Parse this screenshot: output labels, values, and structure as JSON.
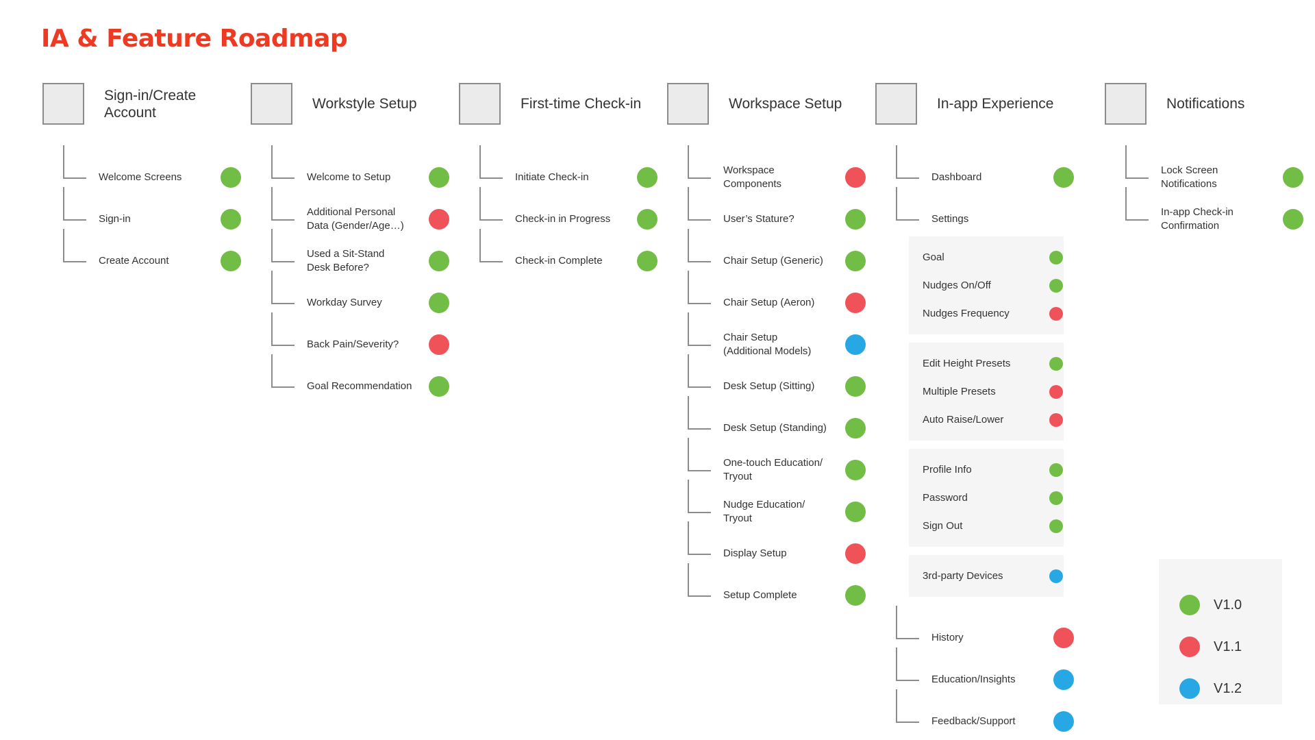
{
  "title": "IA & Feature Roadmap",
  "colors": {
    "v1_0": "#72bd45",
    "v1_1": "#f0525a",
    "v1_2": "#27a8e4",
    "accent": "#ee3a23"
  },
  "legend": [
    {
      "label": "V1.0",
      "version": "v1_0"
    },
    {
      "label": "V1.1",
      "version": "v1_1"
    },
    {
      "label": "V1.2",
      "version": "v1_2"
    }
  ],
  "sections": [
    {
      "heading": "Sign-in/Create\nAccount",
      "items": [
        {
          "label": "Welcome Screens",
          "version": "v1_0"
        },
        {
          "label": "Sign-in",
          "version": "v1_0"
        },
        {
          "label": "Create Account",
          "version": "v1_0"
        }
      ]
    },
    {
      "heading": "Workstyle Setup",
      "items": [
        {
          "label": "Welcome to Setup",
          "version": "v1_0"
        },
        {
          "label": "Additional Personal\nData (Gender/Age…)",
          "version": "v1_1"
        },
        {
          "label": "Used a Sit-Stand\nDesk Before?",
          "version": "v1_0"
        },
        {
          "label": "Workday Survey",
          "version": "v1_0"
        },
        {
          "label": "Back Pain/Severity?",
          "version": "v1_1"
        },
        {
          "label": "Goal Recommendation",
          "version": "v1_0"
        }
      ]
    },
    {
      "heading": "First-time Check-in",
      "items": [
        {
          "label": "Initiate Check-in",
          "version": "v1_0"
        },
        {
          "label": "Check-in in Progress",
          "version": "v1_0"
        },
        {
          "label": "Check-in Complete",
          "version": "v1_0"
        }
      ]
    },
    {
      "heading": "Workspace Setup",
      "items": [
        {
          "label": "Workspace\nComponents",
          "version": "v1_1"
        },
        {
          "label": "User’s Stature?",
          "version": "v1_0"
        },
        {
          "label": "Chair Setup (Generic)",
          "version": "v1_0"
        },
        {
          "label": "Chair Setup (Aeron)",
          "version": "v1_1"
        },
        {
          "label": "Chair Setup\n(Additional Models)",
          "version": "v1_2"
        },
        {
          "label": "Desk Setup (Sitting)",
          "version": "v1_0"
        },
        {
          "label": "Desk Setup (Standing)",
          "version": "v1_0"
        },
        {
          "label": "One-touch Education/\nTryout",
          "version": "v1_0"
        },
        {
          "label": "Nudge Education/\nTryout",
          "version": "v1_0"
        },
        {
          "label": "Display Setup",
          "version": "v1_1"
        },
        {
          "label": "Setup Complete",
          "version": "v1_0"
        }
      ]
    },
    {
      "heading": "In-app Experience",
      "top_items": [
        {
          "label": "Dashboard",
          "version": "v1_0"
        },
        {
          "label": "Settings",
          "version": ""
        }
      ],
      "settings_groups": [
        [
          {
            "label": "Goal",
            "version": "v1_0"
          },
          {
            "label": "Nudges On/Off",
            "version": "v1_0"
          },
          {
            "label": "Nudges Frequency",
            "version": "v1_1"
          }
        ],
        [
          {
            "label": "Edit Height Presets",
            "version": "v1_0"
          },
          {
            "label": "Multiple Presets",
            "version": "v1_1"
          },
          {
            "label": "Auto Raise/Lower",
            "version": "v1_1"
          }
        ],
        [
          {
            "label": "Profile Info",
            "version": "v1_0"
          },
          {
            "label": "Password",
            "version": "v1_0"
          },
          {
            "label": "Sign Out",
            "version": "v1_0"
          }
        ],
        [
          {
            "label": "3rd-party Devices",
            "version": "v1_2"
          }
        ]
      ],
      "bottom_items": [
        {
          "label": "History",
          "version": "v1_1"
        },
        {
          "label": "Education/Insights",
          "version": "v1_2"
        },
        {
          "label": "Feedback/Support",
          "version": "v1_2"
        }
      ]
    },
    {
      "heading": "Notifications",
      "items": [
        {
          "label": "Lock Screen\nNotifications",
          "version": "v1_0"
        },
        {
          "label": "In-app Check-in\nConfirmation",
          "version": "v1_0"
        }
      ]
    }
  ]
}
